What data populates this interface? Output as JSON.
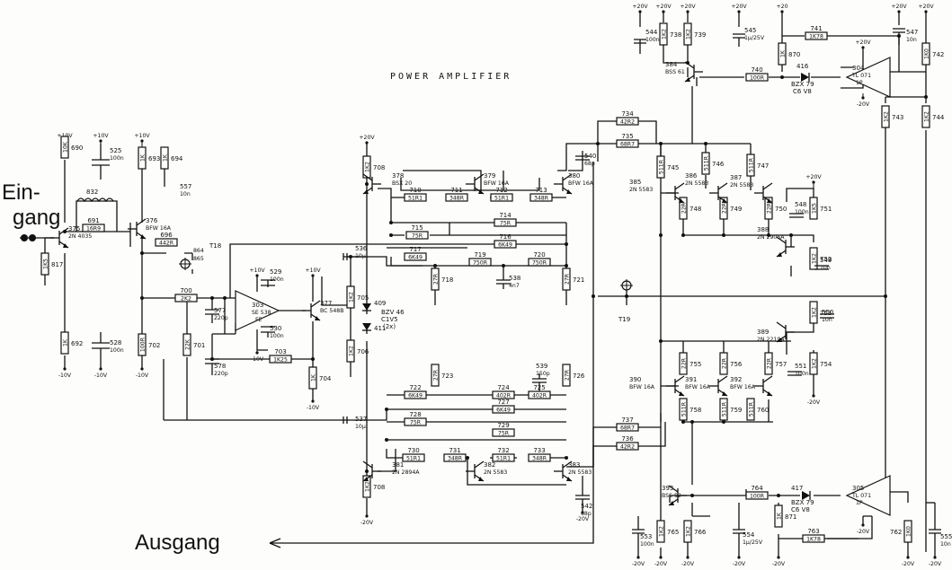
{
  "title": "POWER AMPLIFIER",
  "input_label": [
    "Ein-",
    "gang"
  ],
  "output_label": "Ausgang",
  "rails": {
    "p10": "+10V",
    "m10": "-10V",
    "p20": "+20V",
    "m20": "-20V",
    "p20b": "+20"
  },
  "test_points": {
    "t18": "T18",
    "t19": "T19"
  },
  "transistors": {
    "q375": [
      "375",
      "2N 4035"
    ],
    "q376": [
      "376",
      "BFW 16A"
    ],
    "q377": [
      "377",
      "BC 548B"
    ],
    "q378": [
      "378",
      "BSX 20"
    ],
    "q379": [
      "379",
      "BFW 16A"
    ],
    "q380": [
      "380",
      "BFW 16A"
    ],
    "q381": [
      "381",
      "2N 2894A"
    ],
    "q382": [
      "382",
      "2N 5583"
    ],
    "q383": [
      "383",
      "2N 5583"
    ],
    "q384": [
      "384",
      "BSS 61"
    ],
    "q385": [
      "385",
      "2N 5583"
    ],
    "q386": [
      "386",
      "2N 5583"
    ],
    "q387": [
      "387",
      "2N 5583"
    ],
    "q388": [
      "388",
      "2N 2905A"
    ],
    "q389": [
      "389",
      "2N 2219A"
    ],
    "q390": [
      "390",
      "BFW 16A"
    ],
    "q391": [
      "391",
      "BFW 16A"
    ],
    "q392": [
      "392",
      "BFW 16A"
    ],
    "q393": [
      "393",
      "BSS 52"
    ]
  },
  "ics": {
    "u303": [
      "303",
      "SE 538",
      "FE"
    ],
    "u304": [
      "304",
      "TL 071",
      "1P"
    ],
    "u305": [
      "305",
      "TL 071",
      "1P"
    ]
  },
  "resistors": {
    "r690": [
      "690",
      "10K"
    ],
    "r691": [
      "691",
      "16R9"
    ],
    "r832": [
      "832",
      ""
    ],
    "r693": [
      "693",
      "1K"
    ],
    "r694": [
      "694",
      "1K"
    ],
    "r696": [
      "696",
      "442R"
    ],
    "r817": [
      "817",
      "1K5"
    ],
    "r692": [
      "692",
      "1K"
    ],
    "r702": [
      "702",
      "100R"
    ],
    "r700": [
      "700",
      "2K2"
    ],
    "r701": [
      "701",
      "22K"
    ],
    "r703": [
      "703",
      "1K25"
    ],
    "r704": [
      "704",
      "1K"
    ],
    "r705": [
      "705",
      "1K2"
    ],
    "r706": [
      "706",
      "1K2"
    ],
    "r708t": [
      "708",
      "1K2"
    ],
    "r708b": [
      "708",
      "1K2"
    ],
    "r710": [
      "710",
      "51R1"
    ],
    "r711": [
      "711",
      "348R"
    ],
    "r712": [
      "712",
      "51R1"
    ],
    "r713": [
      "713",
      "348R"
    ],
    "r714": [
      "714",
      "75R"
    ],
    "r715": [
      "715",
      "75R"
    ],
    "r716": [
      "716",
      "6K49"
    ],
    "r717": [
      "717",
      "6K49"
    ],
    "r718": [
      "718",
      "27R"
    ],
    "r719": [
      "719",
      "750R"
    ],
    "r720": [
      "720",
      "750R"
    ],
    "r721": [
      "721",
      "27R"
    ],
    "r722": [
      "722",
      "6K49"
    ],
    "r723": [
      "723",
      "27R"
    ],
    "r724": [
      "724",
      "402R"
    ],
    "r725": [
      "725",
      "402R"
    ],
    "r726": [
      "726",
      "27R"
    ],
    "r727": [
      "727",
      "6K49"
    ],
    "r728": [
      "728",
      "75R"
    ],
    "r729": [
      "729",
      "75R"
    ],
    "r730": [
      "730",
      "51R1"
    ],
    "r731": [
      "731",
      "348R"
    ],
    "r732": [
      "732",
      "51R1"
    ],
    "r733": [
      "733",
      "348R"
    ],
    "r734": [
      "734",
      "42R2"
    ],
    "r735": [
      "735",
      "68R7"
    ],
    "r736": [
      "736",
      "42R2"
    ],
    "r737": [
      "737",
      "68R7"
    ],
    "r738": [
      "738",
      "1K2"
    ],
    "r739": [
      "739",
      "1K2"
    ],
    "r740": [
      "740",
      "100R"
    ],
    "r741": [
      "741",
      "1K78"
    ],
    "r742": [
      "742",
      "1K0"
    ],
    "r743": [
      "743",
      "1K2"
    ],
    "r744": [
      "744",
      "1K2"
    ],
    "r745": [
      "745",
      "511R"
    ],
    "r746": [
      "746",
      "511R"
    ],
    "r747": [
      "747",
      "511R"
    ],
    "r748": [
      "748",
      "22R"
    ],
    "r749": [
      "749",
      "22R"
    ],
    "r750": [
      "750",
      "22R"
    ],
    "r751": [
      "751",
      "1K5"
    ],
    "r752": [
      "752",
      "1K2"
    ],
    "r753": [
      "753",
      "1K2"
    ],
    "r754": [
      "754",
      "1K2"
    ],
    "r755": [
      "755",
      "22R"
    ],
    "r756": [
      "756",
      "22R"
    ],
    "r757": [
      "757",
      "22R"
    ],
    "r758": [
      "758",
      "511R"
    ],
    "r759": [
      "759",
      "511R"
    ],
    "r760": [
      "760",
      "511R"
    ],
    "r762": [
      "762",
      "1K0"
    ],
    "r763": [
      "763",
      "1K78"
    ],
    "r764": [
      "764",
      "100R"
    ],
    "r765": [
      "765",
      "1K2"
    ],
    "r766": [
      "766",
      "1K2"
    ],
    "r870": [
      "870",
      "1K"
    ],
    "r871": [
      "871",
      "1K"
    ]
  },
  "capacitors": {
    "c525": [
      "525",
      "100n"
    ],
    "c528": [
      "528",
      "100n"
    ],
    "c529": [
      "529",
      "100n"
    ],
    "c530": [
      "530",
      "100n"
    ],
    "c536": [
      "536",
      "10µ"
    ],
    "c537": [
      "537",
      "10µ"
    ],
    "c538": [
      "538",
      "4n7"
    ],
    "c539": [
      "539",
      "150p"
    ],
    "c540": [
      "540",
      "68p"
    ],
    "c542": [
      "542",
      "68p"
    ],
    "c544": [
      "544",
      "100n"
    ],
    "c545": [
      "545",
      "1µ/25V"
    ],
    "c547": [
      "547",
      "10n"
    ],
    "c548": [
      "548",
      "100n"
    ],
    "c549": [
      "549",
      "10n"
    ],
    "c550": [
      "550",
      "10n"
    ],
    "c551": [
      "551",
      "100n"
    ],
    "c553": [
      "553",
      "100n"
    ],
    "c554": [
      "554",
      "1µ/25V"
    ],
    "c555": [
      "555",
      "10n"
    ],
    "c557": [
      "557",
      "10n"
    ],
    "c577": [
      "577",
      "220p"
    ],
    "c578": [
      "578",
      "220p"
    ]
  },
  "diodes": {
    "d409": [
      "409",
      ""
    ],
    "d411": [
      "411",
      ""
    ],
    "zener": [
      "BZV 46",
      "C1V5",
      "(2x)"
    ],
    "d416": [
      "416",
      "BZX 79",
      "C6 V8"
    ],
    "d417": [
      "417",
      "BZX 79",
      "C6 V8"
    ]
  },
  "misc": {
    "d864": [
      "864",
      "865"
    ]
  }
}
